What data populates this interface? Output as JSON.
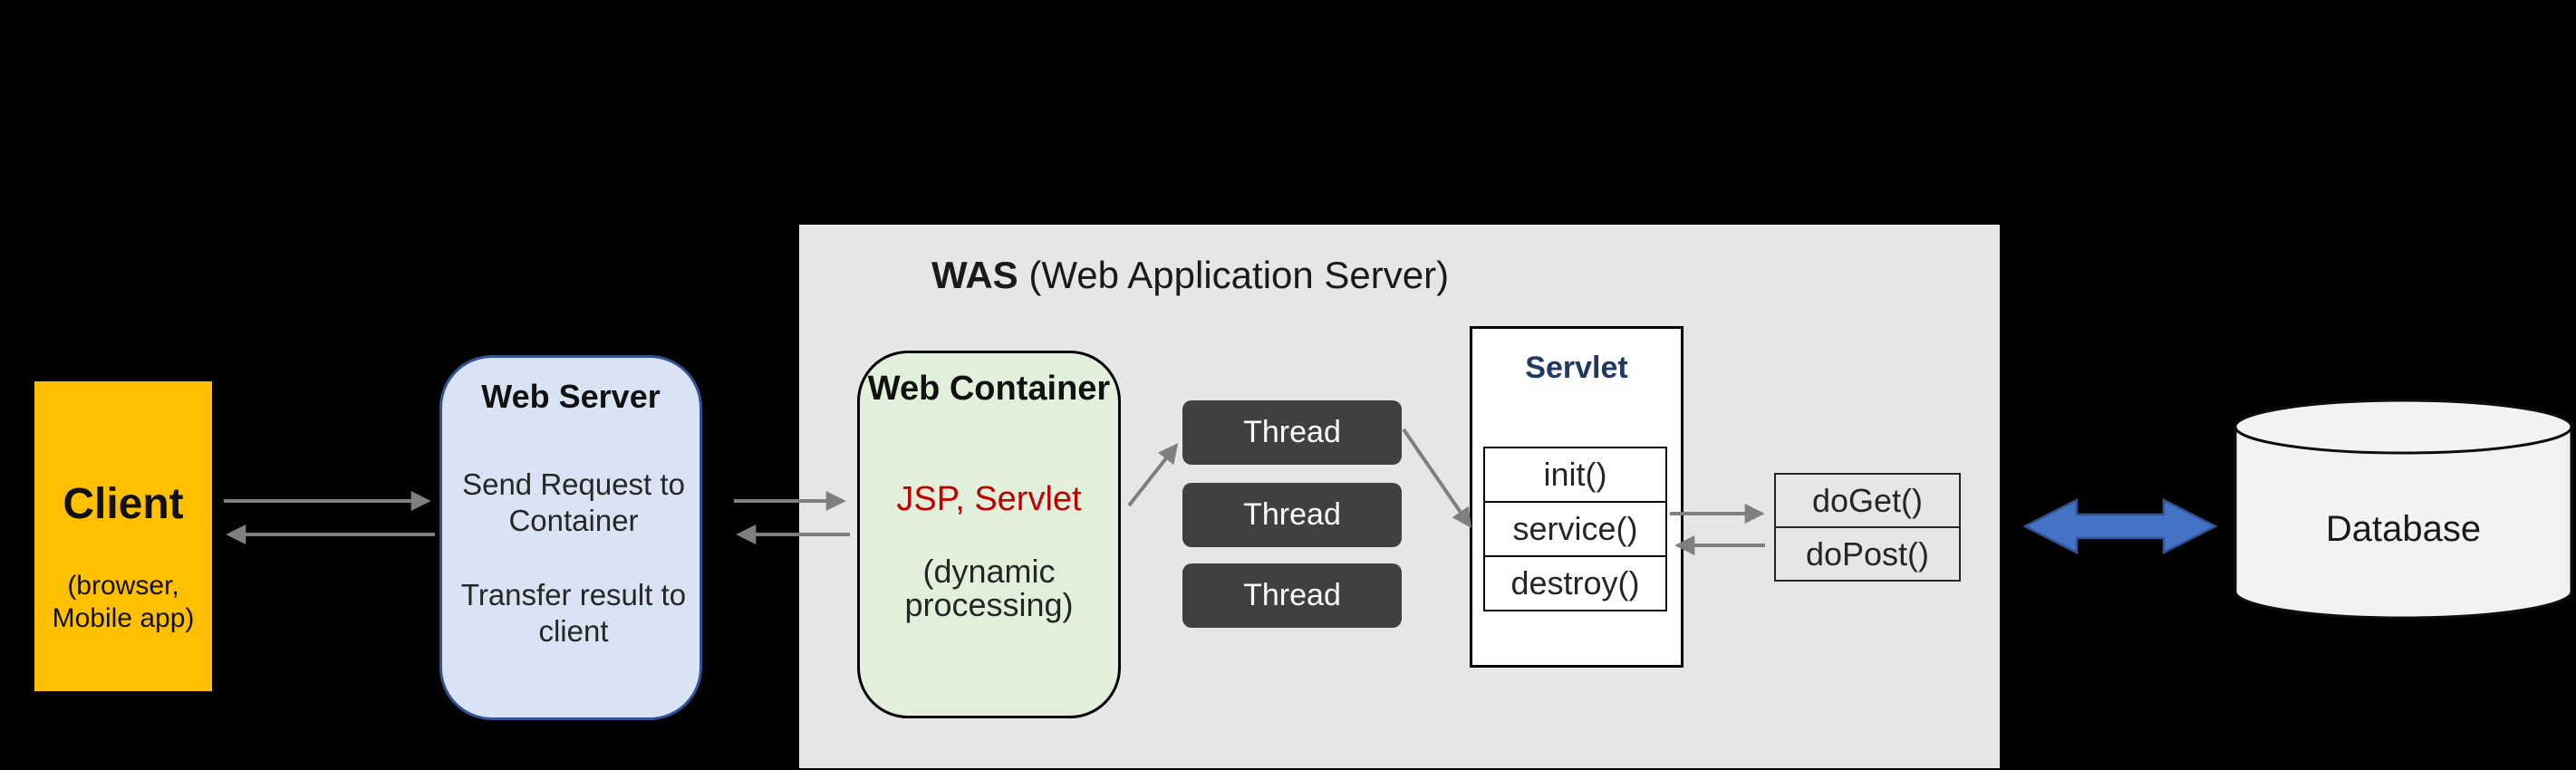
{
  "client": {
    "title": "Client",
    "subtitle": "(browser, Mobile app)"
  },
  "web_server": {
    "title": "Web Server",
    "line1": "Send Request to Container",
    "line2": "Transfer result to client"
  },
  "was": {
    "title_bold": "WAS",
    "title_rest": " (Web Application Server)"
  },
  "web_container": {
    "title": "Web Container",
    "tech": "JSP, Servlet",
    "note": "(dynamic processing)"
  },
  "threads": {
    "items": [
      {
        "label": "Thread"
      },
      {
        "label": "Thread"
      },
      {
        "label": "Thread"
      }
    ]
  },
  "servlet": {
    "title": "Servlet",
    "methods": [
      {
        "label": "init()"
      },
      {
        "label": "service()"
      },
      {
        "label": "destroy()"
      }
    ]
  },
  "handlers": {
    "items": [
      {
        "label": "doGet()"
      },
      {
        "label": "doPost()"
      }
    ]
  },
  "database": {
    "label": "Database"
  },
  "colors": {
    "background": "#000000",
    "client_fill": "#FFC000",
    "web_server_fill": "#DAE3F3",
    "web_server_border": "#2F5597",
    "was_fill": "#E7E6E6",
    "container_fill": "#E2EFDA",
    "container_accent": "#C00000",
    "thread_fill": "#404040",
    "thread_text": "#FFFFFF",
    "servlet_title": "#1F3864",
    "handler_fill": "#E7E6E6",
    "arrow_gray": "#7F7F7F",
    "db_arrow_blue": "#4472C4",
    "db_arrow_border": "#2F5597",
    "database_fill": "#F2F2F2"
  }
}
